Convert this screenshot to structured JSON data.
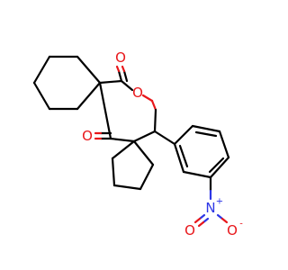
{
  "molecule": {
    "atoms": {
      "o_carbonyl_top": "O",
      "o_ring": "O",
      "o_carbonyl_left": "O",
      "n_nitro": "N",
      "n_charge": "+",
      "o_nitro_left": "O",
      "o_nitro_right": "O",
      "o_nitro_charge": "-"
    },
    "colors": {
      "carbon": "#000000",
      "oxygen": "#e8161a",
      "nitrogen": "#2d36e6",
      "background": "#ffffff"
    }
  }
}
